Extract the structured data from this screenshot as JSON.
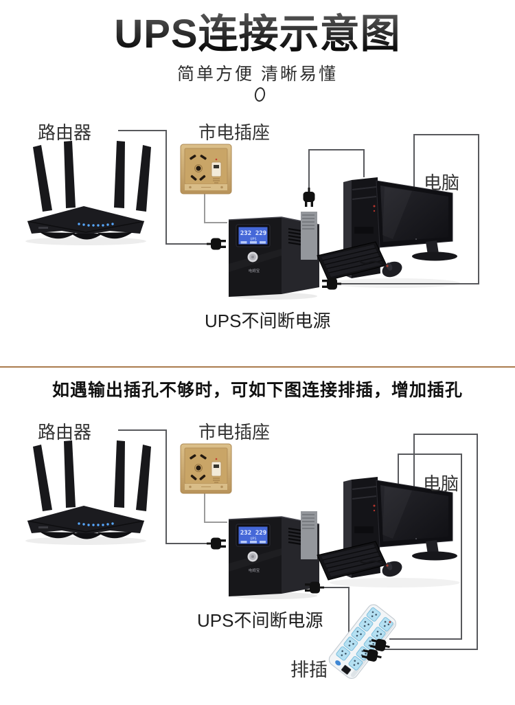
{
  "header": {
    "title": "UPS连接示意图",
    "subtitle": "简单方便 清晰易懂"
  },
  "diagram_top": {
    "router_label": "路由器",
    "outlet_label": "市电插座",
    "computer_label": "电脑",
    "ups_label": "UPS不间断电源"
  },
  "diagram_bottom": {
    "heading": "如遇输出插孔不够时，可如下图连接排插，增加插孔",
    "router_label": "路由器",
    "outlet_label": "市电插座",
    "computer_label": "电脑",
    "ups_label": "UPS不间断电源",
    "strip_label": "排插"
  },
  "ups_device": {
    "lcd_value_left": "232",
    "lcd_value_right": "229",
    "lcd_mode": "UPS",
    "brand": "电姆宝"
  },
  "colors": {
    "divider": "#aa7b4c",
    "wire": "#57585c",
    "wire_light": "#9a9a9a",
    "lcd_blue": "#4568d8",
    "strip_socket": "#b5e0f2",
    "led_blue": "#57a8ff",
    "socket_gold": "#c9a467"
  }
}
